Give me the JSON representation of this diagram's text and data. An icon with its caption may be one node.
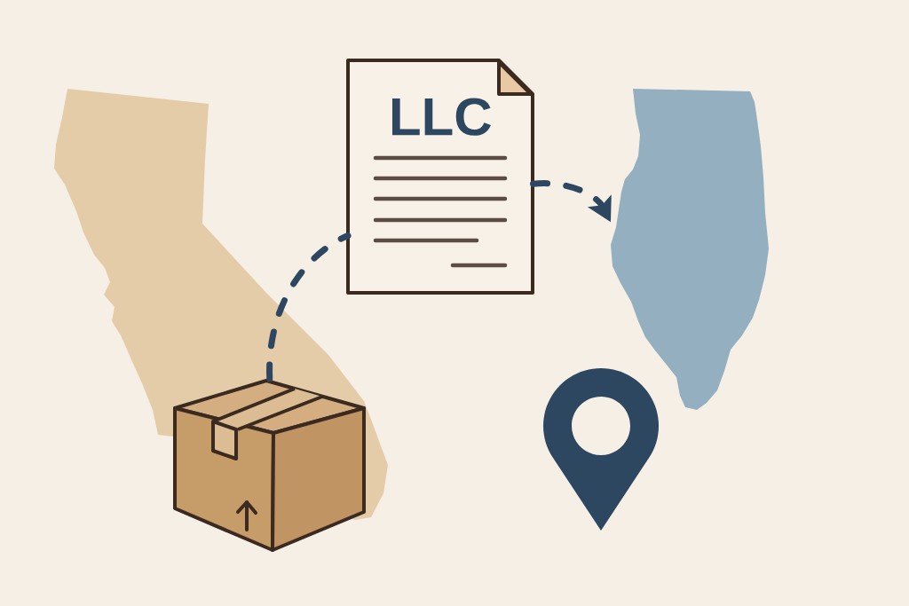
{
  "diagram": {
    "nodes": [
      {
        "text": [
          "LLC"
        ]
      },
      {
        "text": [],
        "shape": "picture"
      },
      {
        "text": [],
        "shape": "picture"
      }
    ],
    "edges": [
      {
        "from": 2,
        "to": 0,
        "arrow": "none",
        "style": "dashed"
      },
      {
        "from": 0,
        "to": 1,
        "arrow": "to",
        "style": "dashed"
      }
    ]
  }
}
